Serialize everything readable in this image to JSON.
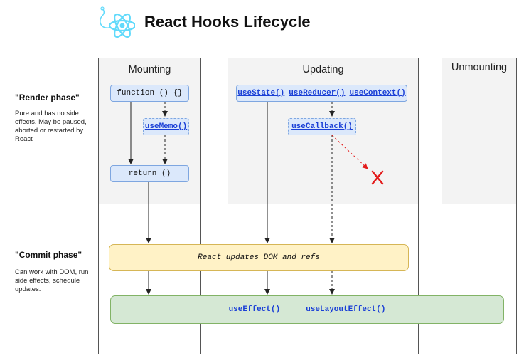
{
  "header": {
    "title": "React Hooks Lifecycle"
  },
  "columns": {
    "mounting": "Mounting",
    "updating": "Updating",
    "unmounting": "Unmounting"
  },
  "phases": {
    "render": {
      "title": "\"Render phase\"",
      "description": "Pure and has no side effects. May be paused, aborted or restarted by React"
    },
    "commit": {
      "title": "\"Commit phase\"",
      "description": "Can work with DOM, run side effects, schedule updates."
    }
  },
  "mounting": {
    "function_label": "function () {}",
    "usememo_label": "useMemo()",
    "return_label": "return ()"
  },
  "updating": {
    "usestate_label": "useState()",
    "usereducer_label": "useReducer()",
    "usecontext_label": "useContext()",
    "usecallback_label": "useCallback()"
  },
  "commit": {
    "dom_update_label": "React updates DOM and refs",
    "useeffect_label": "useEffect()",
    "uselayouteffect_label": "useLayoutEffect()"
  },
  "colors": {
    "react_logo": "#61dafb",
    "hook_box": "#dbe8fb",
    "dom_box": "#fff2c6",
    "effect_box": "#d5e8d4",
    "cancel_mark": "#e31b1b"
  }
}
